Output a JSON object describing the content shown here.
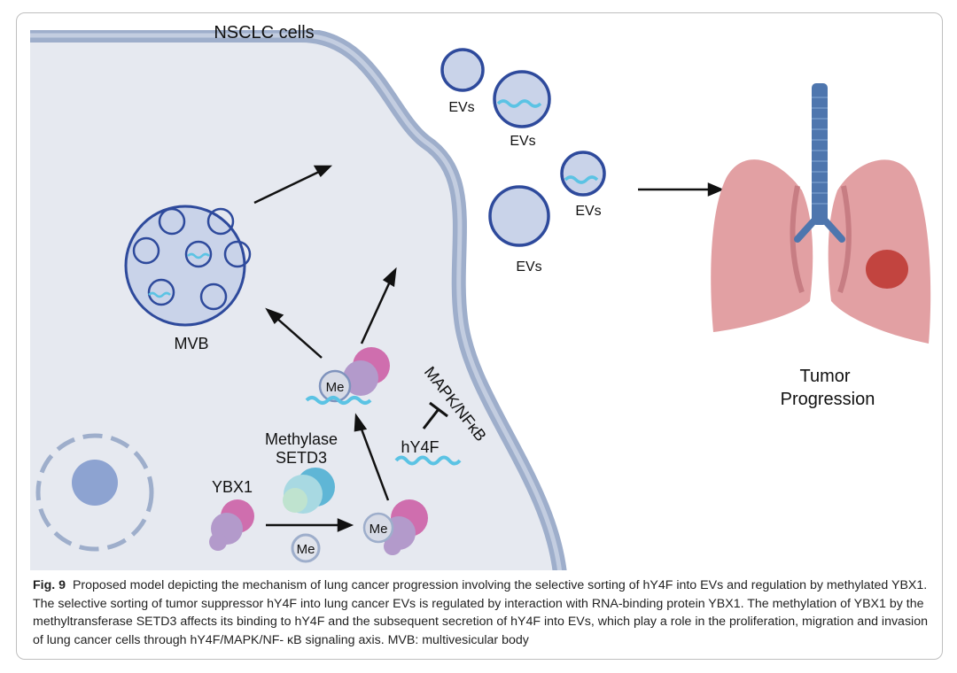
{
  "title": "NSCLC cells",
  "labels": {
    "evs": "EVs",
    "mvb": "MVB",
    "ybx1": "YBX1",
    "methylase_line1": "Methylase",
    "methylase_line2": "SETD3",
    "me": "Me",
    "hy4f": "hY4F",
    "pathway": "MAPK/NFκB",
    "tumor_line1": "Tumor",
    "tumor_line2": "Progression"
  },
  "caption": {
    "figure_label": "Fig. 9",
    "text": "Proposed model depicting the mechanism of lung cancer progression involving the selective sorting of hY4F into EVs and regulation by methylated YBX1. The selective sorting of tumor suppressor hY4F into lung cancer EVs is regulated by interaction with RNA-binding protein YBX1. The methylation of YBX1 by the methyltransferase SETD3 affects its binding to hY4F and the subsequent secretion of hY4F into EVs, which play a role in the proliferation, migration and invasion of lung cancer cells through hY4F/MAPK/NF- κB signaling axis. MVB: multivesicular body"
  },
  "colors": {
    "cell_fill": "#e6e9f0",
    "membrane": "#9eaecb",
    "vesicle_border": "#2e4a9c",
    "vesicle_fill": "#c9d3e9",
    "rna": "#5bc3e4",
    "ybx1_pink": "#cf6eae",
    "ybx1_purple": "#b39acb",
    "setd3_blue": "#5fb6d6",
    "setd3_green": "#bfe3cf",
    "lung": "#e2a0a3",
    "tumor": "#c2443f",
    "trachea": "#4e76ae"
  }
}
